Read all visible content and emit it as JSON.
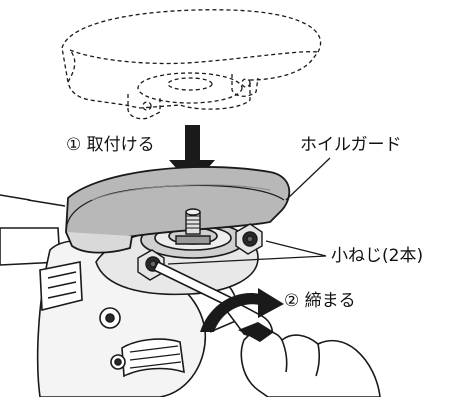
{
  "labels": {
    "step1": "① 取付ける",
    "wheel_guard": "ホイルガード",
    "small_screws": "小ねじ(2本)",
    "step2": "② 締まる"
  },
  "colors": {
    "line": "#1a1a1a",
    "guard_fill": "#b8b8b8",
    "guard_rim": "#d9d9d9",
    "tool_fill": "#f4f4f4",
    "dark_parts": "#2a2a2a"
  },
  "icons": {
    "down_arrow": "arrow-down-icon",
    "rotation_arrow": "clockwise-arrow-icon"
  }
}
